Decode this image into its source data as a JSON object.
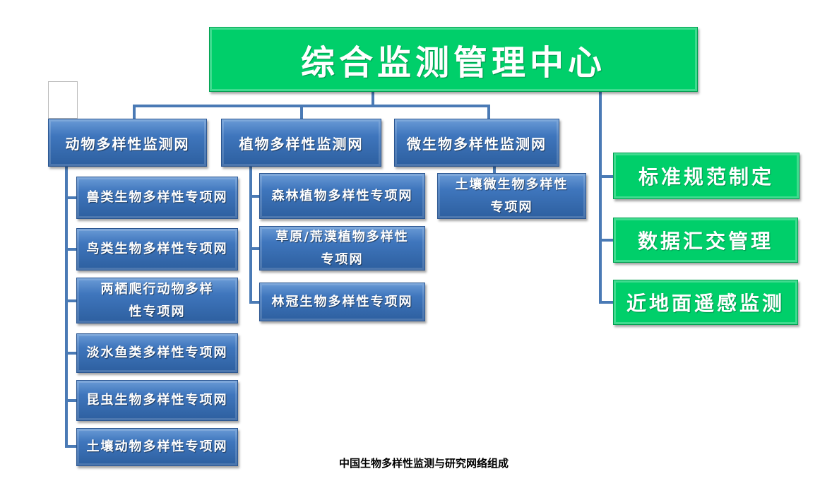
{
  "root": "综合监测管理中心",
  "branches": [
    {
      "label": "动物多样性监测网",
      "children": [
        "兽类生物多样性专项网",
        "鸟类生物多样性专项网",
        "两栖爬行动物多样性专项网",
        "淡水鱼类多样性专项网",
        "昆虫生物多样性专项网",
        "土壤动物多样性专项网"
      ]
    },
    {
      "label": "植物多样性监测网",
      "children": [
        "森林植物多样性专项网",
        "草原/荒漠植物多样性专项网",
        "林冠生物多样性专项网"
      ]
    },
    {
      "label": "微生物多样性监测网",
      "children": [
        "土壤微生物多样性专项网"
      ]
    }
  ],
  "functions": [
    "标准规范制定",
    "数据汇交管理",
    "近地面遥感监测"
  ],
  "caption": "中国生物多样性监测与研究网络组成",
  "colors": {
    "blue": "#3f76bd",
    "green": "#00cf6a",
    "line": "#4a7ab5"
  }
}
